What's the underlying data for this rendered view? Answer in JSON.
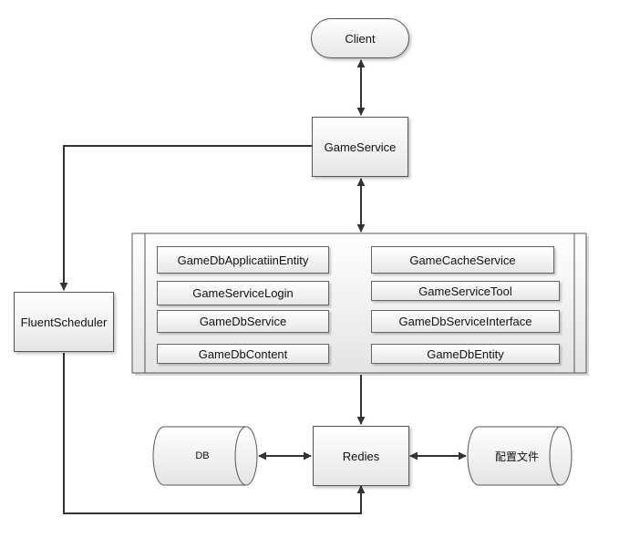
{
  "nodes": {
    "client": "Client",
    "game_service": "GameService",
    "fluent_scheduler": "FluentScheduler",
    "redies": "Redies",
    "db": "DB",
    "config_file": "配置文件"
  },
  "modules": {
    "left": [
      "GameDbApplicatiinEntity",
      "GameServiceLogin",
      "GameDbService",
      "GameDbContent"
    ],
    "right": [
      "GameCacheService",
      "GameServiceTool",
      "GameDbServiceInterface",
      "GameDbEntity"
    ]
  },
  "colors": {
    "line": "#333333",
    "border": "#555555",
    "fill_top": "#ffffff",
    "fill_bottom": "#e6e6e6"
  }
}
